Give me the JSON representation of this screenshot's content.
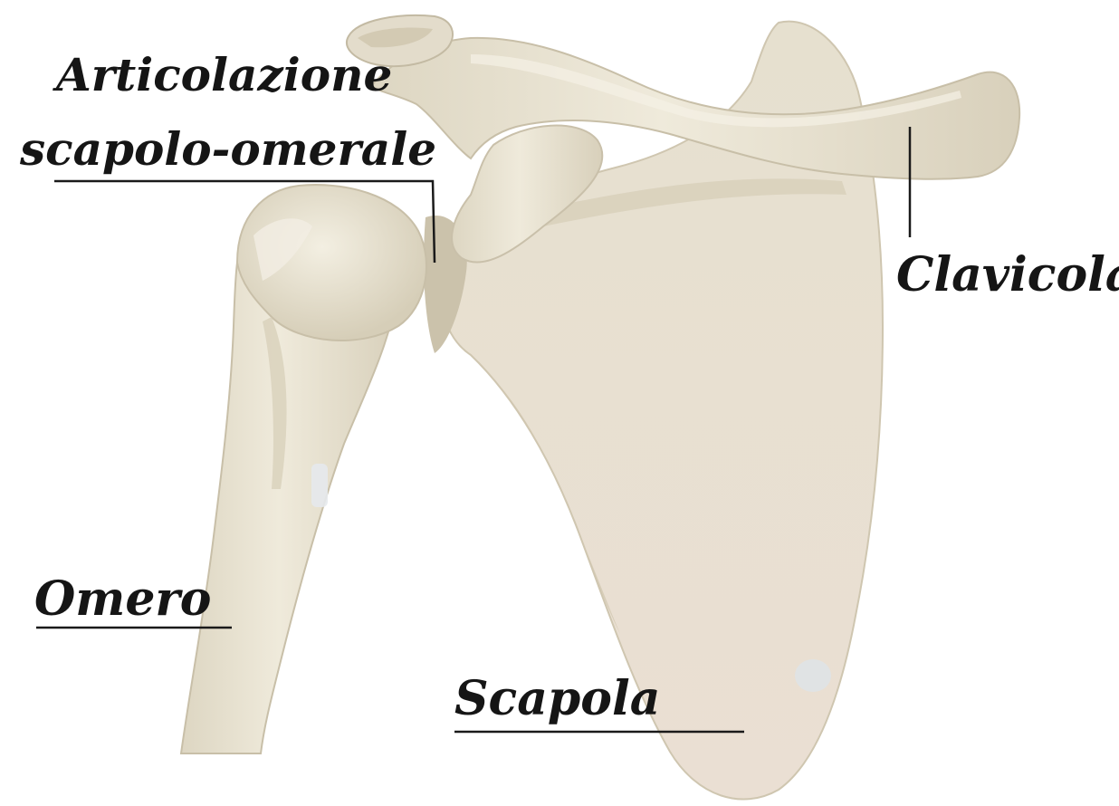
{
  "labels": {
    "joint_line_1": "Articolazione",
    "joint_line_2": "scapolo-omerale",
    "clavicle": "Clavicola",
    "humerus": "Omero",
    "scapula": "Scapola"
  },
  "colors": {
    "bone_light": "#ece7d8",
    "bone_mid": "#ddd6c2",
    "bone_shadow": "#c4bca6",
    "scapula_tint": "#ebe0d4",
    "leader_line": "#1a1a1a",
    "label_text": "#151515",
    "background": "#ffffff"
  }
}
